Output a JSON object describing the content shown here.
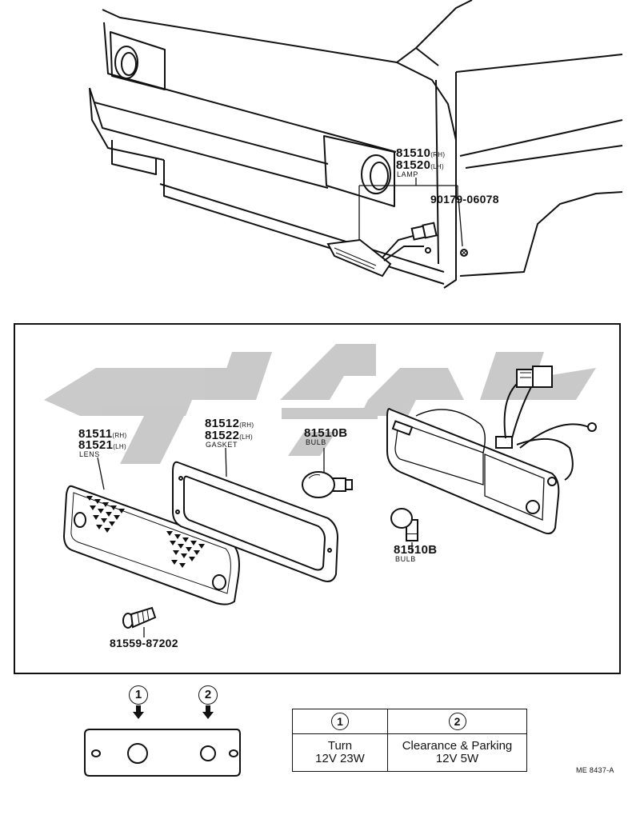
{
  "labels": {
    "lamp_rh": "81510",
    "lamp_rh_side": "(RH)",
    "lamp_lh": "81520",
    "lamp_lh_side": "(LH)",
    "lamp_name": "LAMP",
    "nut": "90179-06078",
    "lens_rh": "81511",
    "lens_rh_side": "(RH)",
    "lens_lh": "81521",
    "lens_lh_side": "(LH)",
    "lens_name": "LENS",
    "gasket_rh": "81512",
    "gasket_rh_side": "(RH)",
    "gasket_lh": "81522",
    "gasket_lh_side": "(LH)",
    "gasket_name": "GASKET",
    "bulb1": "81510B",
    "bulb1_name": "BULB",
    "bulb2": "81510B",
    "bulb2_name": "BULB",
    "screw": "81559-87202"
  },
  "socket_marks": [
    "1",
    "2"
  ],
  "spec_table": {
    "headers": [
      "1",
      "2"
    ],
    "rows": [
      {
        "name": "Turn",
        "rating": "12V 23W"
      },
      {
        "name": "Clearance & Parking",
        "rating": "12V 5W"
      }
    ]
  },
  "reference_code": "ME 8437-A",
  "colors": {
    "line": "#111111",
    "watermark": "#c7c7c7"
  }
}
